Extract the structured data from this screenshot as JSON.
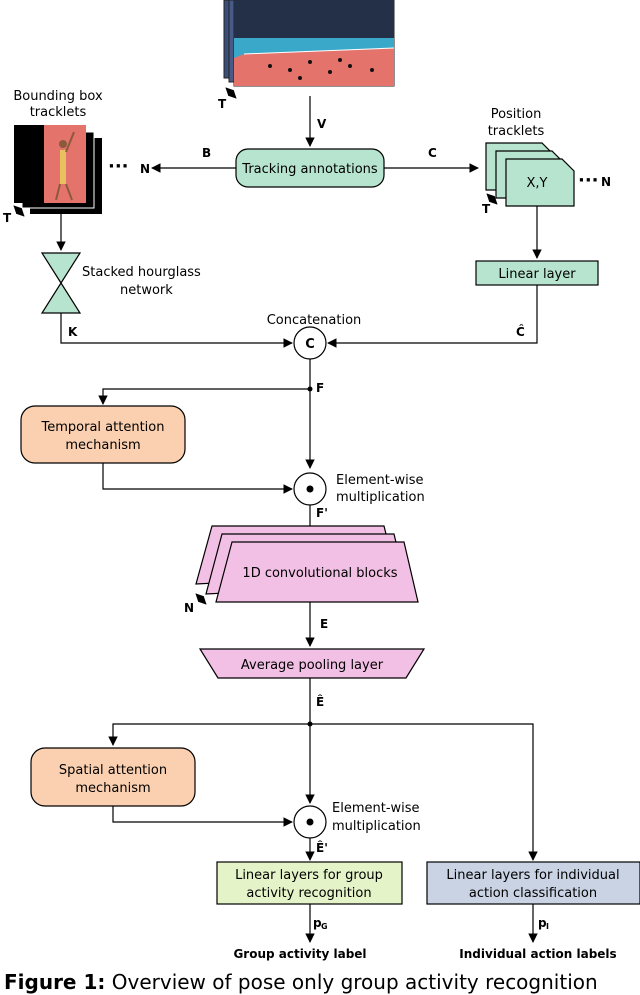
{
  "labels": {
    "bbox_tracklets_1": "Bounding box",
    "bbox_tracklets_2": "tracklets",
    "position_tracklets_1": "Position",
    "position_tracklets_2": "tracklets",
    "xy": "X,Y",
    "tracking": "Tracking annotations",
    "hourglass_1": "Stacked hourglass",
    "hourglass_2": "network",
    "linear": "Linear layer",
    "concat": "Concatenation",
    "concat_symbol": "C",
    "temporal_1": "Temporal attention",
    "temporal_2": "mechanism",
    "ew1_1": "Element-wise",
    "ew1_2": "multiplication",
    "conv": "1D convolutional blocks",
    "avgpool": "Average pooling layer",
    "spatial_1": "Spatial attention",
    "spatial_2": "mechanism",
    "ew2_1": "Element-wise",
    "ew2_2": "multiplication",
    "group_1": "Linear layers for group",
    "group_2": "activity recognition",
    "indiv_1": "Linear layers for individual",
    "indiv_2": "action classification",
    "group_out": "Group activity label",
    "indiv_out": "Individual action labels",
    "dots_left": "···",
    "dots_right": "···"
  },
  "variables": {
    "V": "V",
    "B": "B",
    "C": "C",
    "N_left": "N",
    "N_right": "N",
    "T_video": "T",
    "T_bbox": "T",
    "T_pos": "T",
    "K": "K",
    "C_hat": "Ĉ",
    "F": "F",
    "F_prime": "F'",
    "N_conv": "N",
    "E": "E",
    "E_hat": "Ê",
    "E_hat_prime": "Ê'",
    "pG": "p",
    "pG_sub": "G",
    "pI": "p",
    "pI_sub": "I"
  },
  "caption": {
    "prefix": "Figure 1:",
    "text": "Overview of pose only group activity recognition"
  },
  "colors": {
    "green": "#b7e4cf",
    "orange": "#fbd0b0",
    "pink": "#f2c0e4",
    "lightgreen": "#e4f3c8",
    "blue": "#c9d3e4",
    "court": "#e4736c"
  }
}
